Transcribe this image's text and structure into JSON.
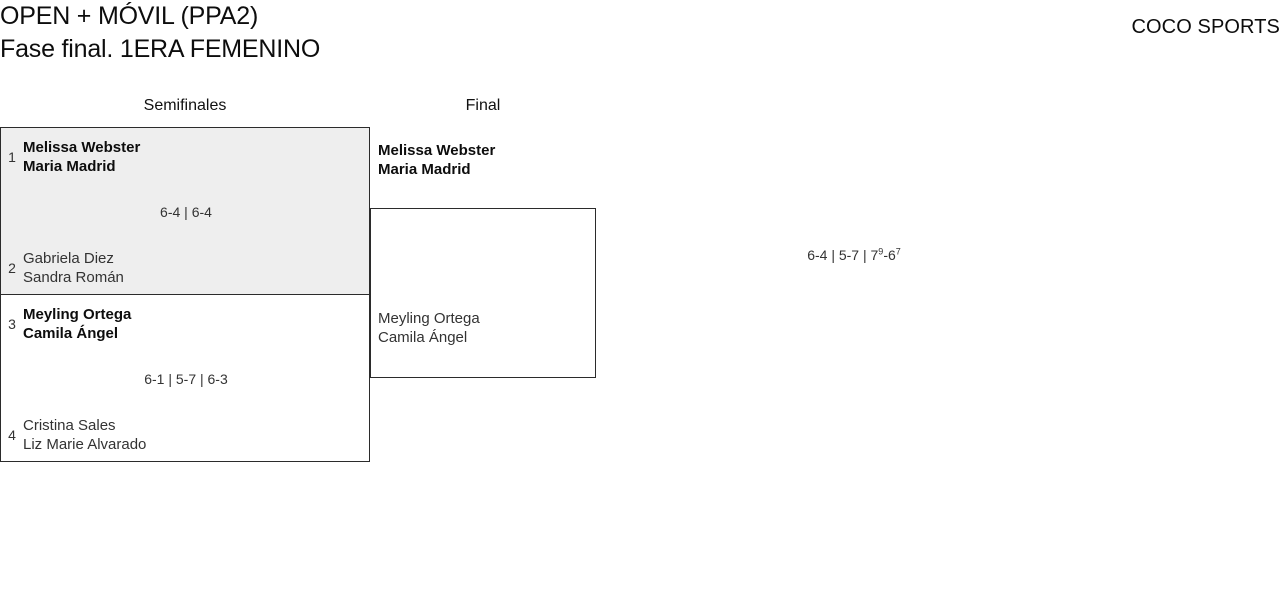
{
  "header": {
    "title_line1": "OPEN + MÓVIL (PPA2)",
    "title_line2": "Fase final. 1ERA FEMENINO",
    "brand": "COCO SPORTS"
  },
  "rounds": {
    "semifinals_label": "Semifinales",
    "final_label": "Final"
  },
  "colors": {
    "highlight_background": "#eeeeee",
    "border": "#2b2b2b",
    "text": "#333333",
    "winner_text": "#0d0d0d",
    "page_background": "#ffffff"
  },
  "bracket": {
    "semifinals": [
      {
        "highlighted": true,
        "score": "6-4 | 6-4",
        "top": {
          "seed": "1",
          "player1": "Melissa Webster",
          "player2": "Maria Madrid",
          "winner": true
        },
        "bottom": {
          "seed": "2",
          "player1": "Gabriela Diez",
          "player2": "Sandra Román",
          "winner": false
        }
      },
      {
        "highlighted": false,
        "score": "6-1 | 5-7 | 6-3",
        "top": {
          "seed": "3",
          "player1": "Meyling Ortega",
          "player2": "Camila Ángel",
          "winner": true
        },
        "bottom": {
          "seed": "4",
          "player1": "Cristina Sales",
          "player2": "Liz Marie Alvarado",
          "winner": false
        }
      }
    ],
    "final": {
      "score_sets": "6-4 | 5-7 | 7",
      "score_tiebreak1": "9",
      "score_mid": "-6",
      "score_tiebreak2": "7",
      "score_full": "6-4 | 5-7 | 7(9)-6(7)",
      "top": {
        "player1": "Melissa Webster",
        "player2": "Maria Madrid",
        "winner": true
      },
      "bottom": {
        "player1": "Meyling Ortega",
        "player2": "Camila Ángel",
        "winner": false
      }
    }
  }
}
